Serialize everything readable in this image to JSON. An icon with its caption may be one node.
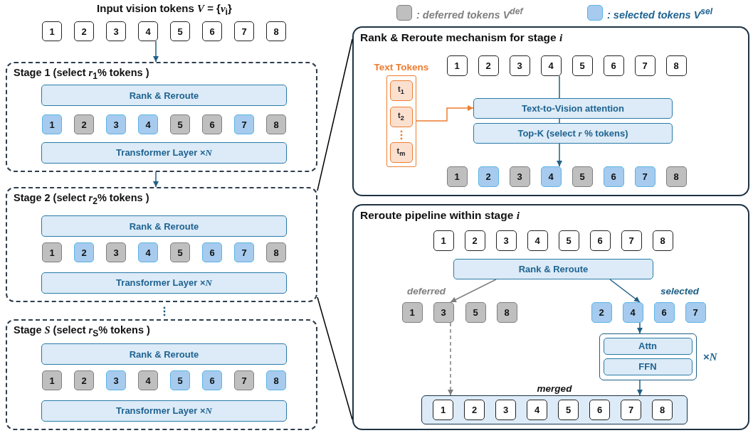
{
  "diagram": {
    "nodes": [
      {
        "text": [
          "1"
        ]
      },
      {
        "text": [
          "2"
        ]
      },
      {
        "text": [
          "3"
        ]
      },
      {
        "text": [
          "4"
        ]
      },
      {
        "text": [
          "5"
        ]
      },
      {
        "text": [
          "6"
        ]
      },
      {
        "text": [
          "7"
        ]
      },
      {
        "text": [
          "8"
        ]
      },
      {
        "text": [
          "Stage 1 (select *r*$_{1}$% tokens )"
        ]
      },
      {
        "text": [
          "Rank & Reroute"
        ],
        "in": 8
      },
      {
        "text": [
          "1"
        ],
        "in": 8
      },
      {
        "text": [
          "2"
        ],
        "in": 8
      },
      {
        "text": [
          "3"
        ],
        "in": 8
      },
      {
        "text": [
          "4"
        ],
        "in": 8
      },
      {
        "text": [
          "5"
        ],
        "in": 8
      },
      {
        "text": [
          "6"
        ],
        "in": 8
      },
      {
        "text": [
          "7"
        ],
        "in": 8
      },
      {
        "text": [
          "8"
        ],
        "in": 8
      },
      {
        "text": [
          "Transformer Layer ×*N*"
        ],
        "in": 8
      },
      {
        "text": [
          "Stage 2 (select *r*$_{2}$% tokens )"
        ]
      },
      {
        "text": [
          "Rank & Reroute"
        ],
        "in": 19
      },
      {
        "text": [
          "1"
        ],
        "in": 19
      },
      {
        "text": [
          "2"
        ],
        "in": 19
      },
      {
        "text": [
          "3"
        ],
        "in": 19
      },
      {
        "text": [
          "4"
        ],
        "in": 19
      },
      {
        "text": [
          "5"
        ],
        "in": 19
      },
      {
        "text": [
          "6"
        ],
        "in": 19
      },
      {
        "text": [
          "7"
        ],
        "in": 19
      },
      {
        "text": [
          "8"
        ],
        "in": 19
      },
      {
        "text": [
          "Transformer Layer ×*N*"
        ],
        "in": 19
      },
      {
        "text": [
          "Stage *S* (select *r*$_{S}$% tokens )"
        ]
      },
      {
        "text": [
          "Rank & Reroute"
        ],
        "in": 30
      },
      {
        "text": [
          "1"
        ],
        "in": 30
      },
      {
        "text": [
          "2"
        ],
        "in": 30
      },
      {
        "text": [
          "3"
        ],
        "in": 30
      },
      {
        "text": [
          "4"
        ],
        "in": 30
      },
      {
        "text": [
          "5"
        ],
        "in": 30
      },
      {
        "text": [
          "6"
        ],
        "in": 30
      },
      {
        "text": [
          "7"
        ],
        "in": 30
      },
      {
        "text": [
          "8"
        ],
        "in": 30
      },
      {
        "text": [
          "Transformer Layer ×*N*"
        ],
        "in": 30
      },
      {
        "text": [
          "Rank & Reroute mechanism for stage *i*"
        ]
      },
      {
        "text": [
          "Text Tokens"
        ],
        "in": 41
      },
      {
        "text": [
          "t$_{1}$"
        ],
        "in": 42
      },
      {
        "text": [
          "t$_{2}$"
        ],
        "in": 42
      },
      {
        "text": [
          "t$_{m}$"
        ],
        "in": 42
      },
      {
        "text": [
          "1"
        ],
        "in": 41
      },
      {
        "text": [
          "2"
        ],
        "in": 41
      },
      {
        "text": [
          "3"
        ],
        "in": 41
      },
      {
        "text": [
          "4"
        ],
        "in": 41
      },
      {
        "text": [
          "5"
        ],
        "in": 41
      },
      {
        "text": [
          "6"
        ],
        "in": 41
      },
      {
        "text": [
          "7"
        ],
        "in": 41
      },
      {
        "text": [
          "8"
        ],
        "in": 41
      },
      {
        "text": [
          "Text-to-Vision attention"
        ],
        "in": 41
      },
      {
        "text": [
          "Top-K (select *r* % tokens)"
        ],
        "in": 41
      },
      {
        "text": [
          "1"
        ],
        "in": 41
      },
      {
        "text": [
          "2"
        ],
        "in": 41
      },
      {
        "text": [
          "3"
        ],
        "in": 41
      },
      {
        "text": [
          "4"
        ],
        "in": 41
      },
      {
        "text": [
          "5"
        ],
        "in": 41
      },
      {
        "text": [
          "6"
        ],
        "in": 41
      },
      {
        "text": [
          "7"
        ],
        "in": 41
      },
      {
        "text": [
          "8"
        ],
        "in": 41
      },
      {
        "text": [
          "Reroute pipeline within stage *i*"
        ]
      },
      {
        "text": [
          "1"
        ],
        "in": 64
      },
      {
        "text": [
          "2"
        ],
        "in": 64
      },
      {
        "text": [
          "3"
        ],
        "in": 64
      },
      {
        "text": [
          "4"
        ],
        "in": 64
      },
      {
        "text": [
          "5"
        ],
        "in": 64
      },
      {
        "text": [
          "6"
        ],
        "in": 64
      },
      {
        "text": [
          "7"
        ],
        "in": 64
      },
      {
        "text": [
          "8"
        ],
        "in": 64
      },
      {
        "text": [
          "Rank & Reroute"
        ],
        "in": 64
      },
      {
        "text": [
          "1"
        ],
        "in": 64
      },
      {
        "text": [
          "3"
        ],
        "in": 64
      },
      {
        "text": [
          "5"
        ],
        "in": 64
      },
      {
        "text": [
          "8"
        ],
        "in": 64
      },
      {
        "text": [
          "2"
        ],
        "in": 64
      },
      {
        "text": [
          "4"
        ],
        "in": 64
      },
      {
        "text": [
          "6"
        ],
        "in": 64
      },
      {
        "text": [
          "7"
        ],
        "in": 64
      },
      {
        "text": [],
        "shape": "box",
        "in": 64,
        "beside": [
          "×*N*"
        ]
      },
      {
        "text": [
          "Attn"
        ],
        "in": 82
      },
      {
        "text": [
          "FFN"
        ],
        "in": 82
      },
      {
        "text": [
          "merged"
        ],
        "in": 64
      },
      {
        "text": [
          "1"
        ],
        "in": 85
      },
      {
        "text": [
          "2"
        ],
        "in": 85
      },
      {
        "text": [
          "3"
        ],
        "in": 85
      },
      {
        "text": [
          "4"
        ],
        "in": 85
      },
      {
        "text": [
          "5"
        ],
        "in": 85
      },
      {
        "text": [
          "6"
        ],
        "in": 85
      },
      {
        "text": [
          "7"
        ],
        "in": 85
      },
      {
        "text": [
          "8"
        ],
        "in": 85
      }
    ],
    "edges": [
      {
        "from": 3,
        "to": 8,
        "arrow": "to"
      },
      {
        "from": 8,
        "to": 19,
        "arrow": "to"
      },
      {
        "from": 19,
        "to": 41,
        "arrow": "none",
        "color": "#000000"
      },
      {
        "from": 19,
        "to": 64,
        "arrow": "none",
        "color": "#000000"
      },
      {
        "from": 42,
        "to": 54,
        "arrow": "to",
        "color": "#ed7d31"
      },
      {
        "from": 49,
        "to": 54,
        "arrow": "none"
      },
      {
        "from": 54,
        "to": 55,
        "arrow": "none"
      },
      {
        "from": 55,
        "to": 59,
        "arrow": "to"
      },
      {
        "from": 73,
        "to": 75,
        "arrow": "to",
        "label": "deferred",
        "color": "#7f7f7f"
      },
      {
        "from": 73,
        "to": 79,
        "arrow": "to",
        "label": "selected"
      },
      {
        "from": 75,
        "to": 85,
        "arrow": "to",
        "style": "dashed",
        "color": "#7f7f7f"
      },
      {
        "from": 79,
        "to": 82,
        "arrow": "to"
      },
      {
        "from": 82,
        "to": 85,
        "arrow": "to"
      }
    ],
    "labels": [
      "Input vision tokens *V* = {*v*$_{i}$}"
    ],
    "legend": [
      {
        "text": ": deferred tokens V$^{def}$",
        "color": "#bfbfbf"
      },
      {
        "text": ": selected tokens V$^{sel}$",
        "color": "#a6cbee"
      }
    ]
  }
}
